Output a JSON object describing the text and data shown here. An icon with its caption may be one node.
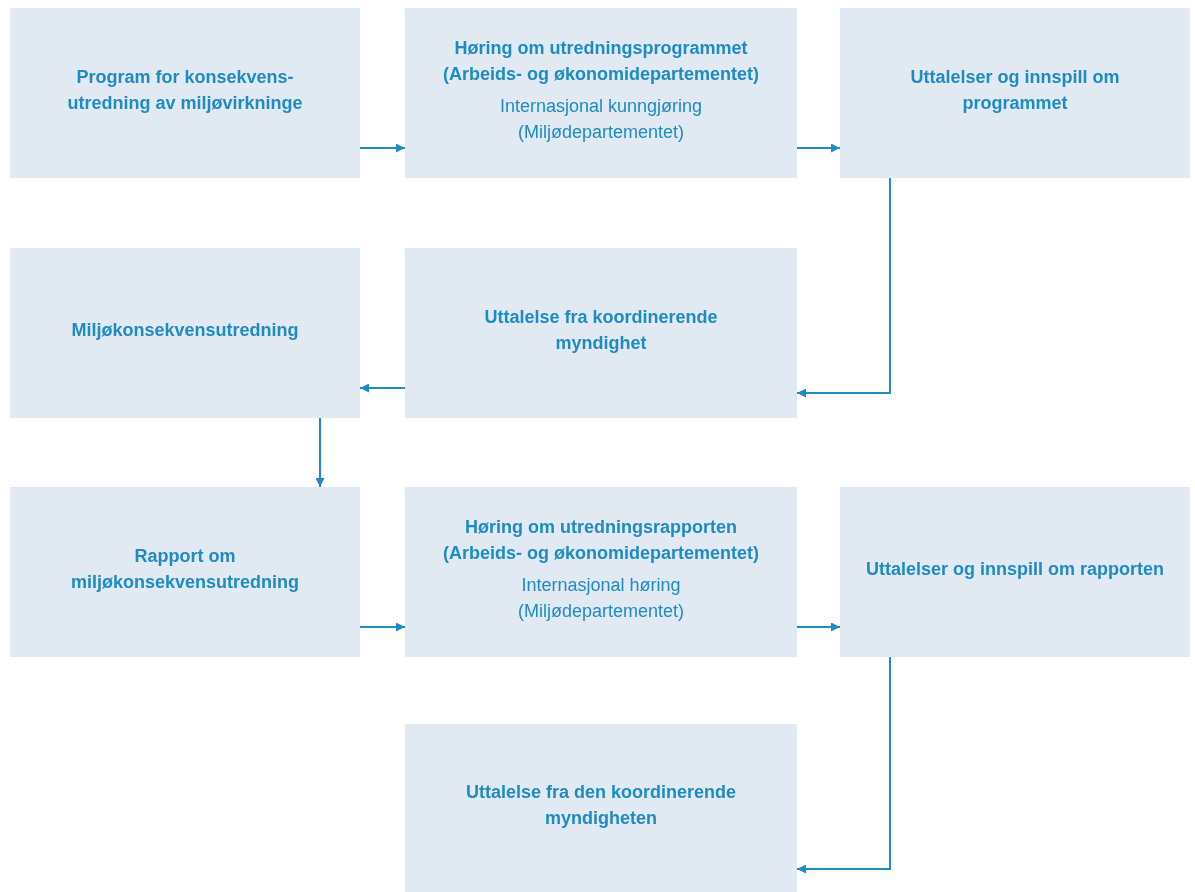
{
  "diagram": {
    "nodes": [
      {
        "text": [
          "Program for konsekvens- utredning av miljøvirkninge"
        ]
      },
      {
        "text": [
          "Høring om utredningsprogrammet (Arbeids- og økonomidepartementet)",
          "Internasjonal kunngjøring (Miljødepartementet)"
        ]
      },
      {
        "text": [
          "Uttalelser og innspill om programmet"
        ]
      },
      {
        "text": [
          "Miljøkonsekvensutredning"
        ]
      },
      {
        "text": [
          "Uttalelse fra koordinerende myndighet"
        ]
      },
      {
        "text": [
          "Rapport om miljøkonsekvensutredning"
        ]
      },
      {
        "text": [
          "Høring om utredningsrapporten (Arbeids- og økonomidepartementet)",
          "Internasjonal høring (Miljødepartementet)"
        ]
      },
      {
        "text": [
          "Uttalelser og innspill om rapporten"
        ]
      },
      {
        "text": [
          "Uttalelse fra den koordinerende myndigheten"
        ]
      }
    ],
    "edges": [
      {
        "from": 0,
        "to": 1,
        "arrow": "to"
      },
      {
        "from": 1,
        "to": 2,
        "arrow": "to"
      },
      {
        "from": 2,
        "to": 4,
        "arrow": "to"
      },
      {
        "from": 4,
        "to": 3,
        "arrow": "to"
      },
      {
        "from": 3,
        "to": 5,
        "arrow": "to"
      },
      {
        "from": 5,
        "to": 6,
        "arrow": "to"
      },
      {
        "from": 6,
        "to": 7,
        "arrow": "to"
      },
      {
        "from": 7,
        "to": 8,
        "arrow": "to"
      }
    ]
  }
}
